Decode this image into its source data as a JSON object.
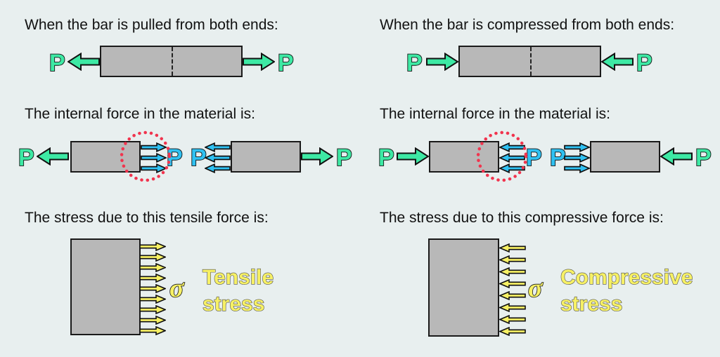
{
  "labels": {
    "force": "P",
    "sigma": "σ"
  },
  "panels": {
    "tension": {
      "pull_title": "When the bar is pulled from both ends:",
      "internal_title": "The internal force in the material is:",
      "stress_title": "The stress due to this tensile force is:",
      "stress_label_line1": "Tensile",
      "stress_label_line2": "stress"
    },
    "compression": {
      "pull_title": "When the bar is compressed from both ends:",
      "internal_title": "The internal force in the material is:",
      "stress_title": "The stress due to this compressive force is:",
      "stress_label_line1": "Compressive",
      "stress_label_line2": "stress"
    }
  },
  "colors": {
    "background": "#e8efef",
    "bar_fill": "#b8b8b8",
    "bar_border": "#1a1a1a",
    "external_force_green": "#3de9a4",
    "internal_force_blue": "#2fc1f2",
    "stress_yellow": "#f7f165",
    "cut_circle_red": "#f1344e",
    "text": "#111111"
  }
}
